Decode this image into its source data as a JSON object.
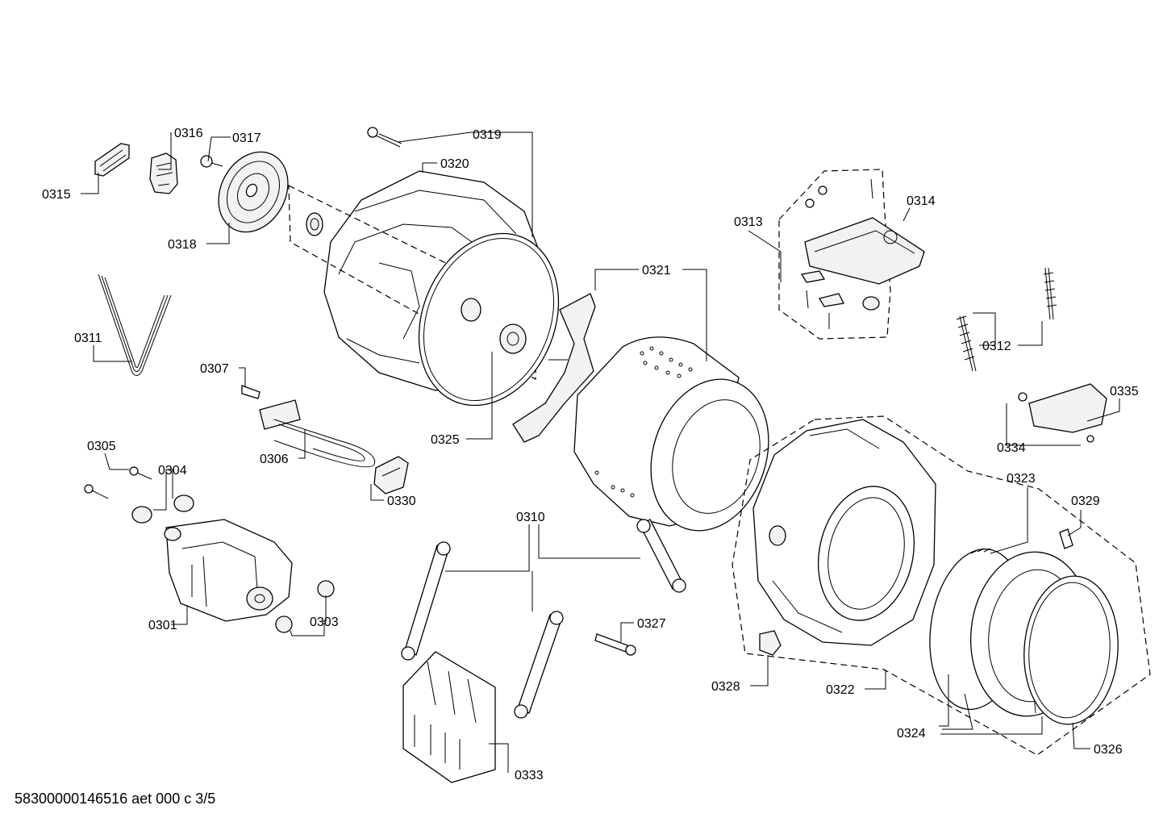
{
  "footer": "58300000146516 aet 000 c 3/5",
  "parts": {
    "p0301": "0301",
    "p0303": "0303",
    "p0304": "0304",
    "p0305": "0305",
    "p0306": "0306",
    "p0307": "0307",
    "p0310": "0310",
    "p0311": "0311",
    "p0312": "0312",
    "p0313": "0313",
    "p0314": "0314",
    "p0315": "0315",
    "p0316": "0316",
    "p0317": "0317",
    "p0318": "0318",
    "p0319": "0319",
    "p0320": "0320",
    "p0321": "0321",
    "p0322": "0322",
    "p0323": "0323",
    "p0324": "0324",
    "p0325": "0325",
    "p0326": "0326",
    "p0327": "0327",
    "p0328": "0328",
    "p0329": "0329",
    "p0330": "0330",
    "p0333": "0333",
    "p0334": "0334",
    "p0335": "0335"
  }
}
